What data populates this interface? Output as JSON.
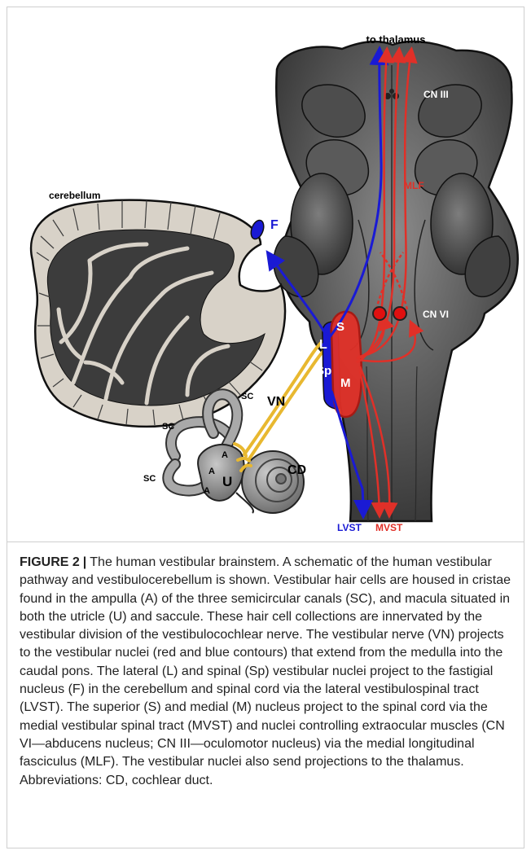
{
  "diagram": {
    "labels": {
      "to_thalamus": "to thalamus",
      "cn3": "CN III",
      "mlf": "MLF",
      "cerebellum": "cerebellum",
      "f": "F",
      "cn6": "CN VI",
      "s": "S",
      "l": "L",
      "sp": "Sp",
      "m": "M",
      "vn": "VN",
      "sc1": "SC",
      "sc2": "SC",
      "sc3": "SC",
      "a1": "A",
      "a2": "A",
      "a3": "A",
      "u": "U",
      "cd": "CD",
      "lvst": "LVST",
      "mvst": "MVST"
    },
    "colors": {
      "blue": "#1a1ad4",
      "red": "#e03028",
      "yellow": "#e8b830",
      "brainstem": "#555555"
    }
  },
  "caption": {
    "figure_label": "FIGURE 2",
    "separator": "|",
    "text": "The human vestibular brainstem. A schematic of the human vestibular pathway and vestibulocerebellum is shown. Vestibular hair cells are housed in cristae found in the ampulla (A) of the three semicircular canals (SC), and macula situated in both the utricle (U) and saccule. These hair cell collections are innervated by the vestibular division of the vestibulocochlear nerve. The vestibular nerve (VN) projects to the vestibular nuclei (red and blue contours) that extend from the medulla into the caudal pons. The lateral (L) and spinal (Sp) vestibular nuclei project to the fastigial nucleus (F) in the cerebellum and spinal cord via the lateral vestibulospinal tract (LVST). The superior (S) and medial (M) nucleus project to the spinal cord via the medial vestibular spinal tract (MVST) and nuclei controlling extraocular muscles (CN VI—abducens nucleus; CN III—oculomotor nucleus) via the medial longitudinal fasciculus (MLF). The vestibular nuclei also send projections to the thalamus. Abbreviations: CD, cochlear duct."
  }
}
